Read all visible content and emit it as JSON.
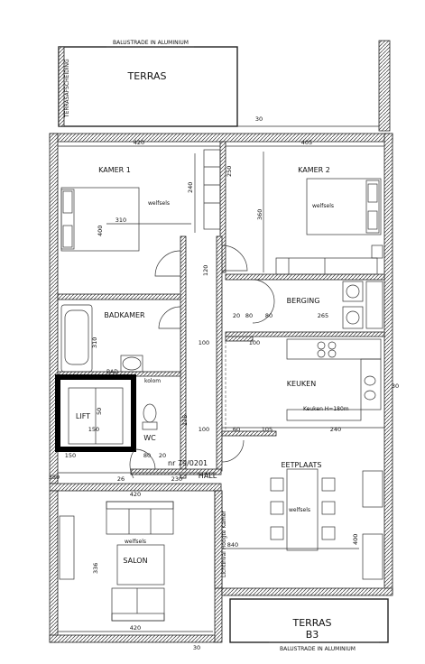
{
  "rooms": {
    "terras_top": "TERRAS",
    "kamer1": "KAMER 1",
    "kamer2": "KAMER 2",
    "badkamer": "BADKAMER",
    "berging": "BERGING",
    "keuken": "KEUKEN",
    "lift": "LIFT",
    "wc": "WC",
    "hall": "HALL",
    "eetplaats": "EETPLAATS",
    "salon": "SALON",
    "terras_bottom": "TERRAS",
    "unit_code": "B3"
  },
  "annotations": {
    "balustrade_top": "BALUSTRADE IN ALUMINIUM",
    "balustrade_bottom": "BALUSTRADE IN ALUMINIUM",
    "terras_side": "TERRASAFSCHEIDING",
    "welfsels_k1": "welfsels",
    "welfsels_k2": "welfsels",
    "welfsels_eet": "welfsels",
    "welfsels_salon": "welfsels",
    "plan_ref": "nr 79/0201",
    "keuken_worktop": "Keuken H=180m",
    "bad_label": "BAD",
    "kolom_label": "kolom",
    "side_note": "Lichtinval Hoogte Kamer"
  },
  "dimensions": {
    "d420_top": "420",
    "d405_top": "405",
    "d30_top": "30",
    "d310": "310",
    "d240_a": "240",
    "d400": "400",
    "d360": "360",
    "d250": "250",
    "d120": "120",
    "d20": "20",
    "d80_a": "80",
    "d80_b": "80",
    "d265": "265",
    "d310_b": "310",
    "d100_a": "100",
    "d100_b": "100",
    "d100_c": "100",
    "d175": "175",
    "d50": "50",
    "d150": "150",
    "d60": "60",
    "d105": "105",
    "d240_b": "240",
    "d389": "389",
    "d26": "26",
    "d80_c": "80",
    "d20_b": "20",
    "d230": "230",
    "d150_b": "150",
    "d420_mid": "420",
    "d336": "336",
    "d840": "840",
    "d420_bot": "420",
    "d30_bot": "30",
    "d30_right": "30",
    "d400_b": "400"
  }
}
